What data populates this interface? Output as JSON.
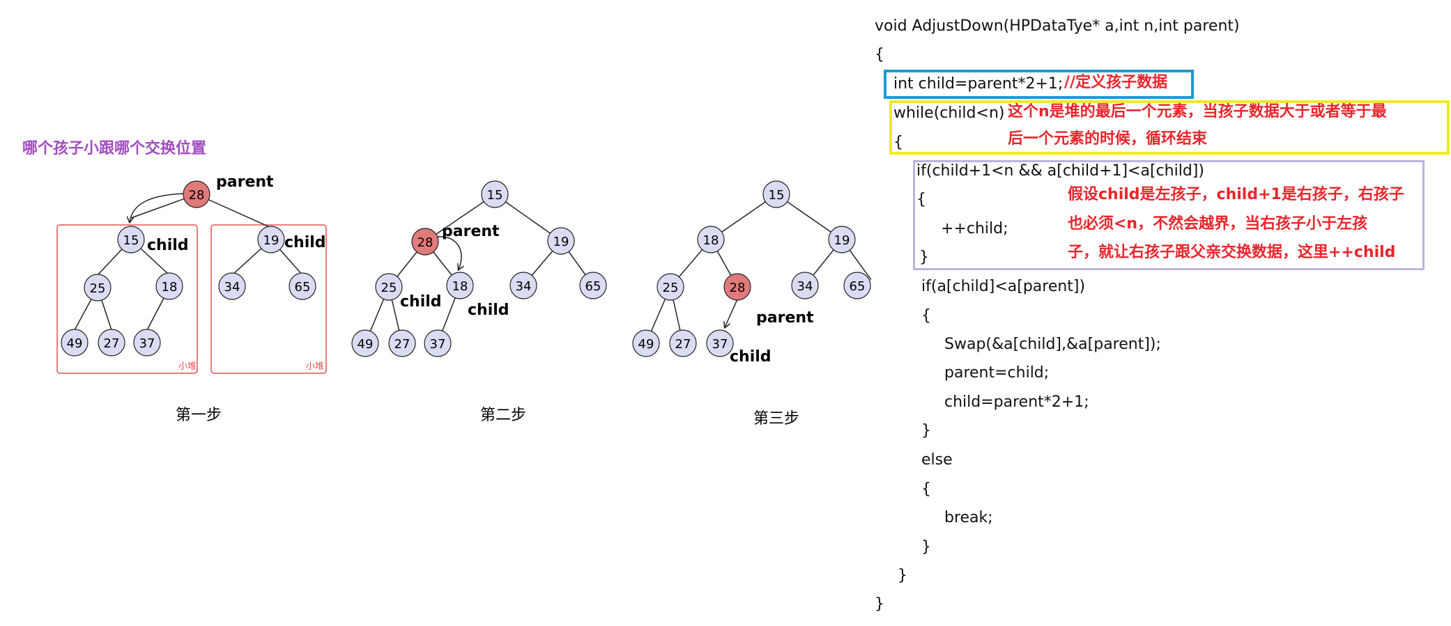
{
  "heading": "哪个孩子小跟哪个交换位置",
  "colors": {
    "heading": "#a14dbf",
    "node_fill": "#d9dcf2",
    "highlight_fill": "#e07b7b",
    "frame": "#e05252",
    "annotation": "#e8262b",
    "box_blue": "#1a9ad6",
    "box_yellow": "#f2ea1b",
    "box_purple": "#b9b4e0"
  },
  "steps": [
    {
      "caption": "第一步",
      "frame_label": "小堆",
      "nodes": [
        {
          "id": "s1n0",
          "value": "28",
          "highlight": true
        },
        {
          "id": "s1n1",
          "value": "15"
        },
        {
          "id": "s1n2",
          "value": "19"
        },
        {
          "id": "s1n3",
          "value": "25"
        },
        {
          "id": "s1n4",
          "value": "18"
        },
        {
          "id": "s1n5",
          "value": "34"
        },
        {
          "id": "s1n6",
          "value": "65"
        },
        {
          "id": "s1n7",
          "value": "49"
        },
        {
          "id": "s1n8",
          "value": "27"
        },
        {
          "id": "s1n9",
          "value": "37"
        }
      ],
      "labels": [
        "parent",
        "child",
        "child"
      ]
    },
    {
      "caption": "第二步",
      "nodes": [
        {
          "id": "s2n0",
          "value": "15"
        },
        {
          "id": "s2n1",
          "value": "28",
          "highlight": true
        },
        {
          "id": "s2n2",
          "value": "19"
        },
        {
          "id": "s2n3",
          "value": "25"
        },
        {
          "id": "s2n4",
          "value": "18"
        },
        {
          "id": "s2n5",
          "value": "34"
        },
        {
          "id": "s2n6",
          "value": "65"
        },
        {
          "id": "s2n7",
          "value": "49"
        },
        {
          "id": "s2n8",
          "value": "27"
        },
        {
          "id": "s2n9",
          "value": "37"
        }
      ],
      "labels": [
        "parent",
        "child",
        "child"
      ]
    },
    {
      "caption": "第三步",
      "nodes": [
        {
          "id": "s3n0",
          "value": "15"
        },
        {
          "id": "s3n1",
          "value": "18"
        },
        {
          "id": "s3n2",
          "value": "19"
        },
        {
          "id": "s3n3",
          "value": "25"
        },
        {
          "id": "s3n4",
          "value": "28",
          "highlight": true
        },
        {
          "id": "s3n5",
          "value": "34"
        },
        {
          "id": "s3n6",
          "value": "65"
        },
        {
          "id": "s3n7",
          "value": "49"
        },
        {
          "id": "s3n8",
          "value": "27"
        },
        {
          "id": "s3n9",
          "value": "37"
        }
      ],
      "labels": [
        "parent",
        "child"
      ]
    }
  ],
  "code": {
    "lines": [
      "void AdjustDown(HPDataTye* a,int n,int parent)",
      "{",
      "int child=parent*2+1;",
      "while(child<n)",
      "{",
      "if(child+1<n && a[child+1]<a[child])",
      "{",
      "++child;",
      "}",
      "if(a[child]<a[parent])",
      "{",
      "Swap(&a[child],&a[parent]);",
      "parent=child;",
      "child=parent*2+1;",
      "}",
      "else",
      "{",
      "break;",
      "}",
      "}",
      "}"
    ],
    "notes": {
      "define_child": "//定义孩子数据",
      "loop_line1": "这个n是堆的最后一个元素，当孩子数据大于或者等于最",
      "loop_line2": "后一个元素的时候，循环结束",
      "right_line1": "假设child是左孩子，child+1是右孩子，右孩子",
      "right_line2": "也必须<n，不然会越界，当右孩子小于左孩",
      "right_line3": "子，就让右孩子跟父亲交换数据，这里++child"
    }
  }
}
